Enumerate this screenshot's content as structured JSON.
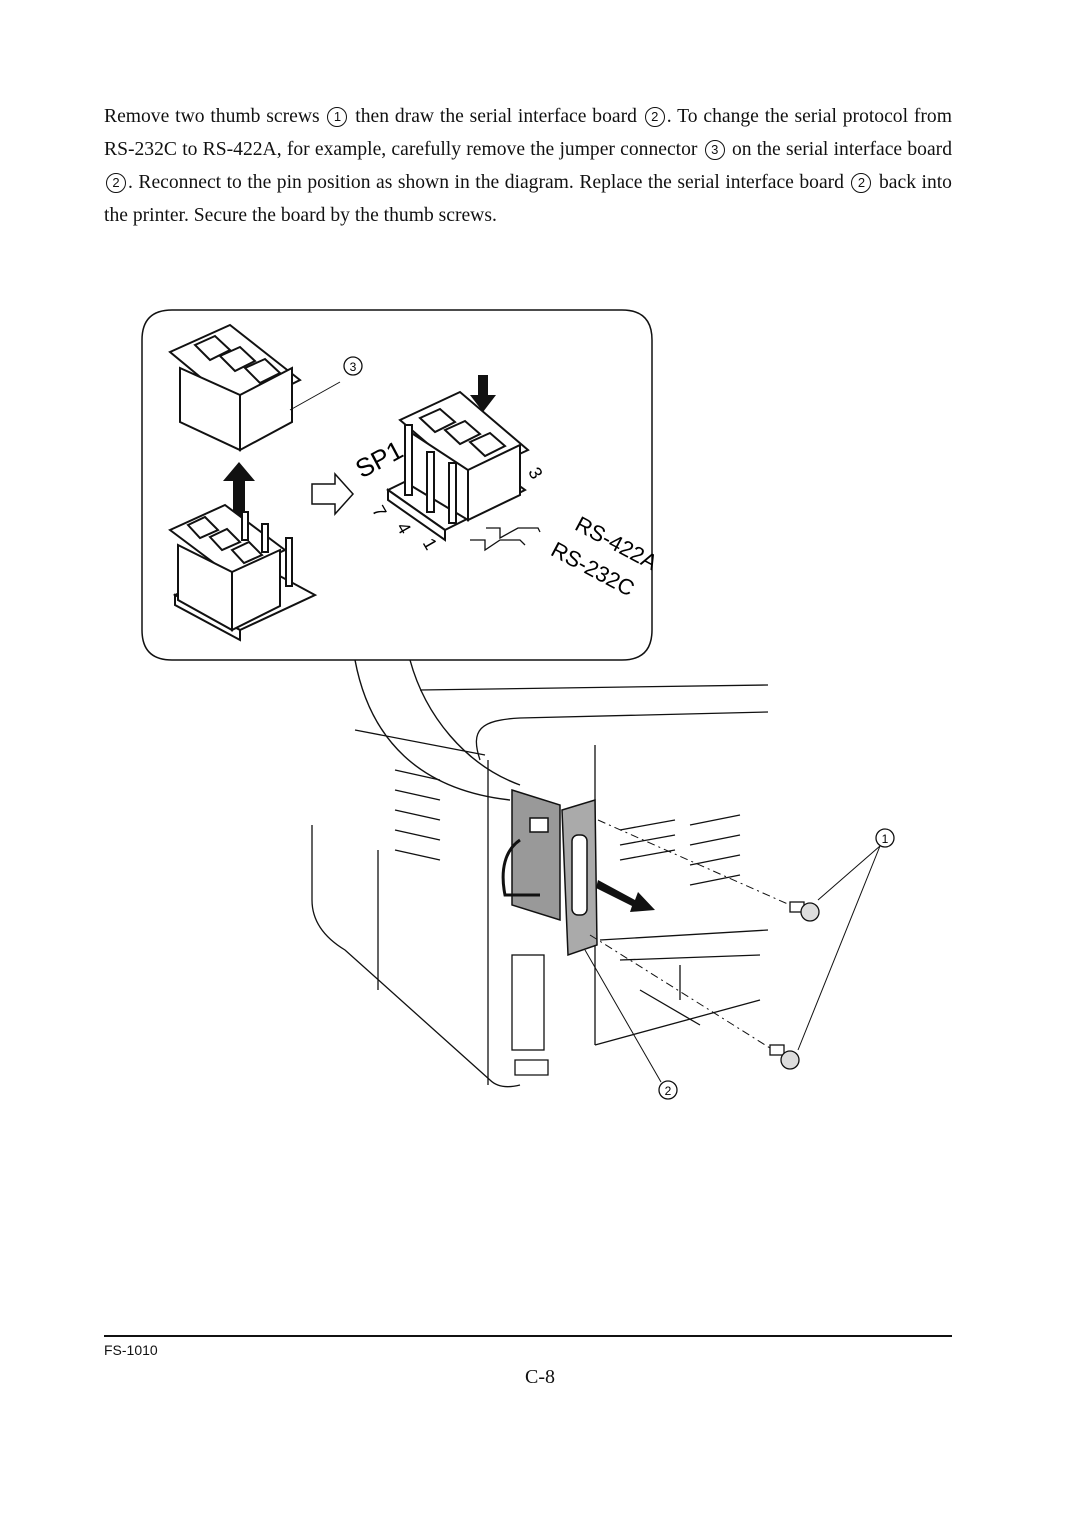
{
  "instructions": {
    "s1a": "Remove two thumb screws",
    "s1b": "then draw the serial interface board",
    "s1c": ". To change the serial protocol from RS-232C to RS-422A, for example, carefully remove the jumper connector",
    "s1d": "on the serial interface board",
    "s1e": ". Reconnect to the pin position as shown in the diagram. Replace the serial interface board",
    "s1f": "back into the printer. Secure the board by the thumb screws."
  },
  "callouts": {
    "n1": "1",
    "n2": "2",
    "n3": "3"
  },
  "diagram_labels": {
    "sp1": "SP1",
    "pin7": "7",
    "pin4": "4",
    "pin1": "1",
    "pin3": "3",
    "rs422a": "RS-422A",
    "rs232c": "RS-232C"
  },
  "footer": {
    "model": "FS-1010",
    "page": "C-8"
  }
}
